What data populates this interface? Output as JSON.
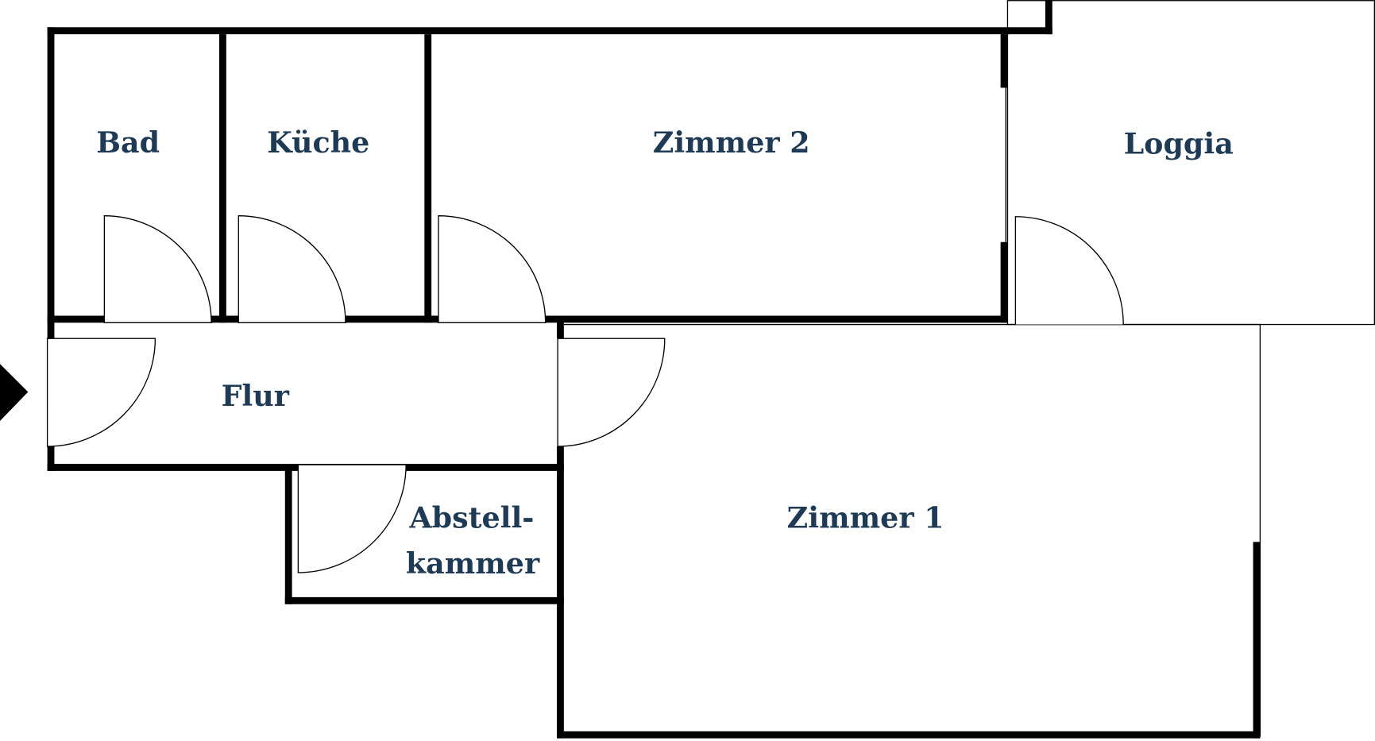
{
  "plan": {
    "rooms": {
      "bad": "Bad",
      "kueche": "Küche",
      "zimmer2": "Zimmer 2",
      "loggia": "Loggia",
      "flur": "Flur",
      "abstell_1": "Abstell-",
      "abstell_2": "kammer",
      "zimmer1": "Zimmer 1"
    },
    "colors": {
      "label": "#1f3a55",
      "wall": "#000000"
    },
    "icons": {
      "entry": "entry-arrow-icon"
    }
  }
}
